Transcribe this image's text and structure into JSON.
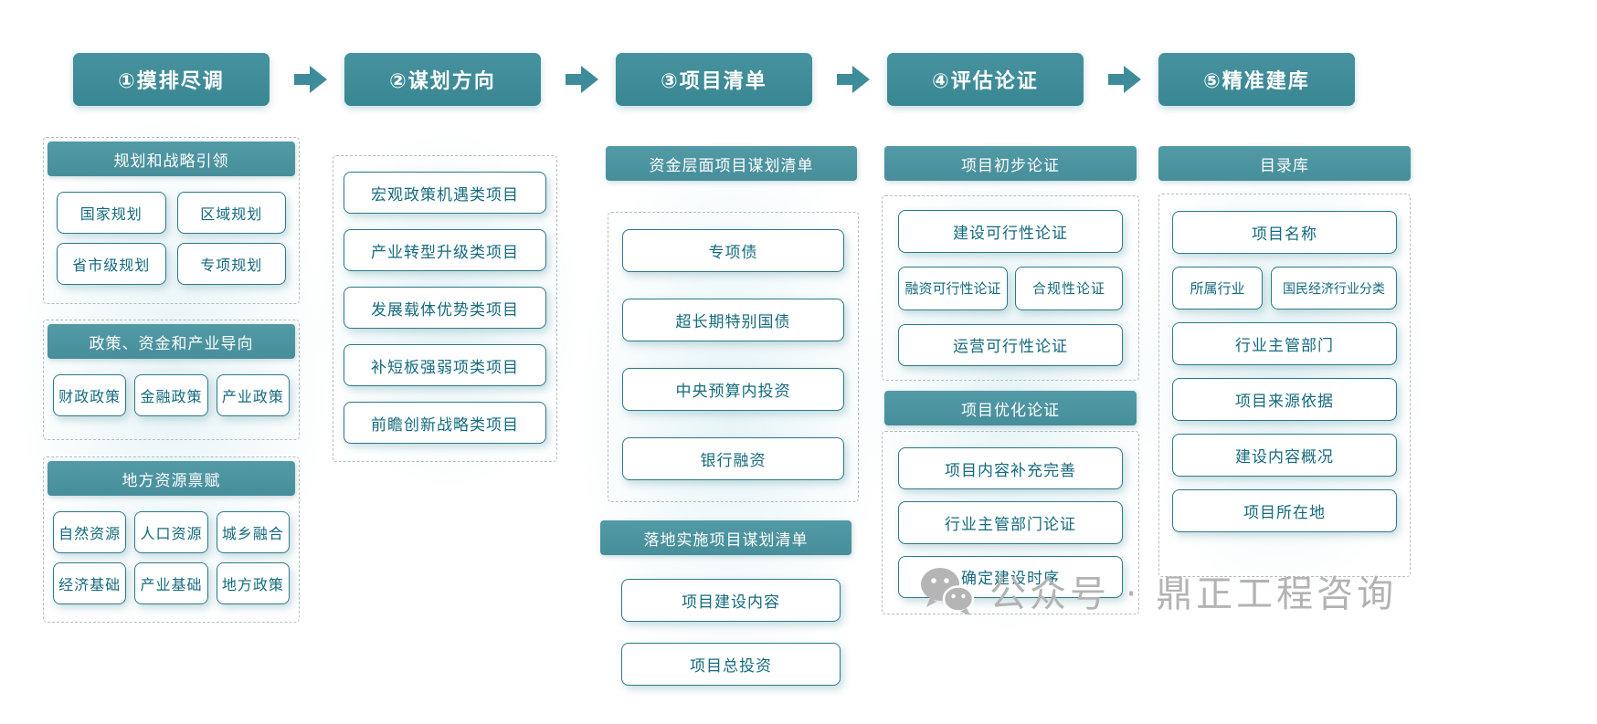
{
  "steps": [
    {
      "label": "①摸排尽调"
    },
    {
      "label": "②谋划方向"
    },
    {
      "label": "③项目清单"
    },
    {
      "label": "④评估论证"
    },
    {
      "label": "⑤精准建库"
    }
  ],
  "col1": {
    "sections": [
      {
        "title": "规划和战略引领",
        "items": [
          "国家规划",
          "区域规划",
          "省市级规划",
          "专项规划"
        ]
      },
      {
        "title": "政策、资金和产业导向",
        "items": [
          "财政政策",
          "金融政策",
          "产业政策"
        ]
      },
      {
        "title": "地方资源禀赋",
        "items": [
          "自然资源",
          "人口资源",
          "城乡融合",
          "经济基础",
          "产业基础",
          "地方政策"
        ]
      }
    ]
  },
  "col2": {
    "items": [
      "宏观政策机遇类项目",
      "产业转型升级类项目",
      "发展载体优势类项目",
      "补短板强弱项类项目",
      "前瞻创新战略类项目"
    ]
  },
  "col3": {
    "sections": [
      {
        "title": "资金层面项目谋划清单",
        "items": [
          "专项债",
          "超长期特别国债",
          "中央预算内投资",
          "银行融资"
        ]
      },
      {
        "title": "落地实施项目谋划清单",
        "items": [
          "项目建设内容",
          "项目总投资"
        ]
      }
    ]
  },
  "col4": {
    "sections": [
      {
        "title": "项目初步论证",
        "rows": [
          [
            "建设可行性论证"
          ],
          [
            "融资可行性论证",
            "合规性论证"
          ],
          [
            "运营可行性论证"
          ]
        ]
      },
      {
        "title": "项目优化论证",
        "rows": [
          [
            "项目内容补充完善"
          ],
          [
            "行业主管部门论证"
          ],
          [
            "确定建设时序"
          ]
        ]
      }
    ]
  },
  "col5": {
    "title": "目录库",
    "rows": [
      [
        "项目名称"
      ],
      [
        "所属行业",
        "国民经济行业分类"
      ],
      [
        "行业主管部门"
      ],
      [
        "项目来源依据"
      ],
      [
        "建设内容概况"
      ],
      [
        "项目所在地"
      ]
    ]
  },
  "watermark": {
    "icon": "wechat-icon",
    "text": "公众号 · 鼎正工程咨询"
  },
  "colors": {
    "step_header_bg": "#3e8c99",
    "section_bar_bg": "#4b919d",
    "box_border": "#2b7a89",
    "box_text": "#146a7d",
    "dashed_border": "#b5bcbe",
    "watermark_gray": "#b3b3b3",
    "background": "#ffffff"
  }
}
